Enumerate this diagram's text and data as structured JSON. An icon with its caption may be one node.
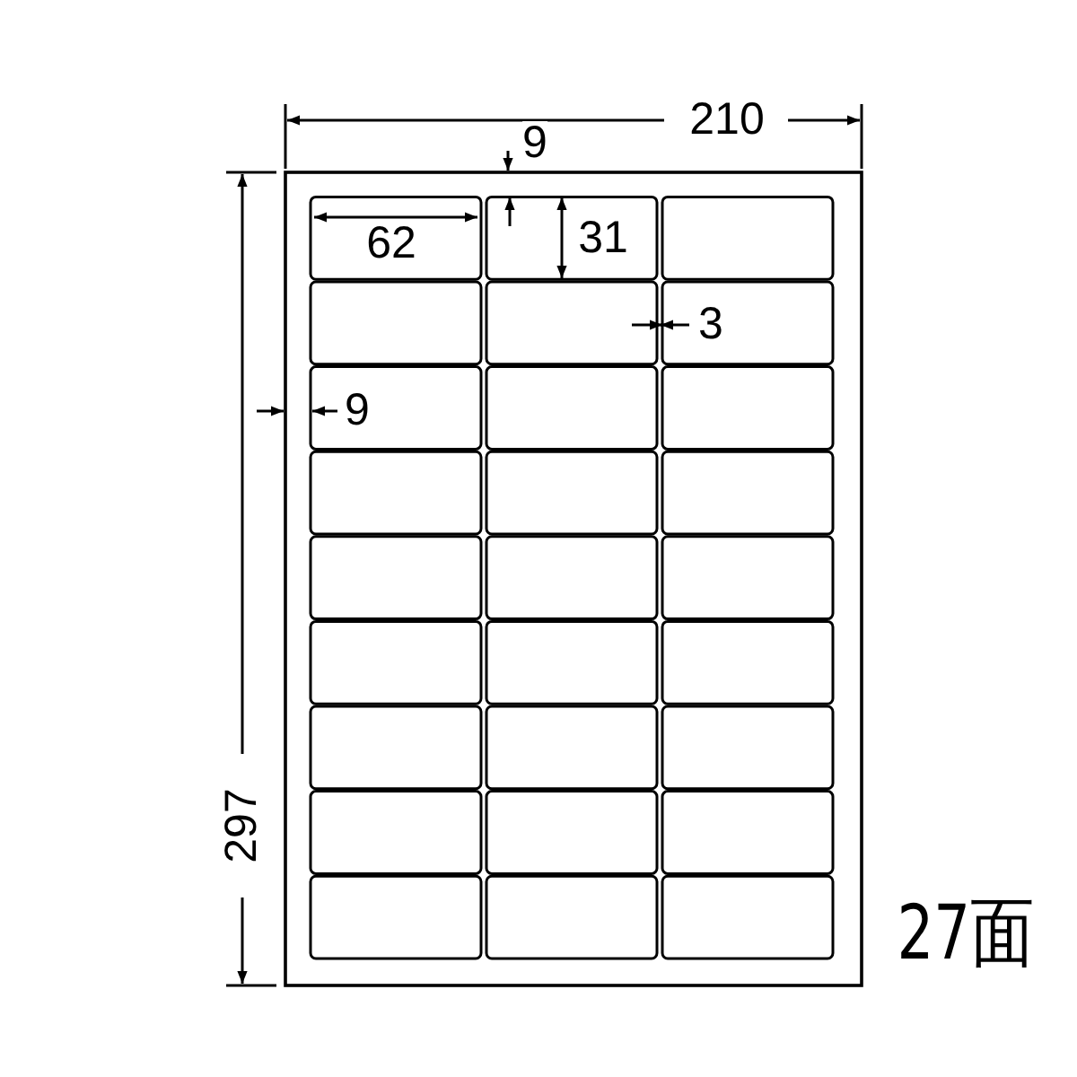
{
  "diagram": {
    "labels": [
      "210",
      "9",
      "62",
      "31",
      "3",
      "9",
      "297",
      "27面"
    ]
  }
}
